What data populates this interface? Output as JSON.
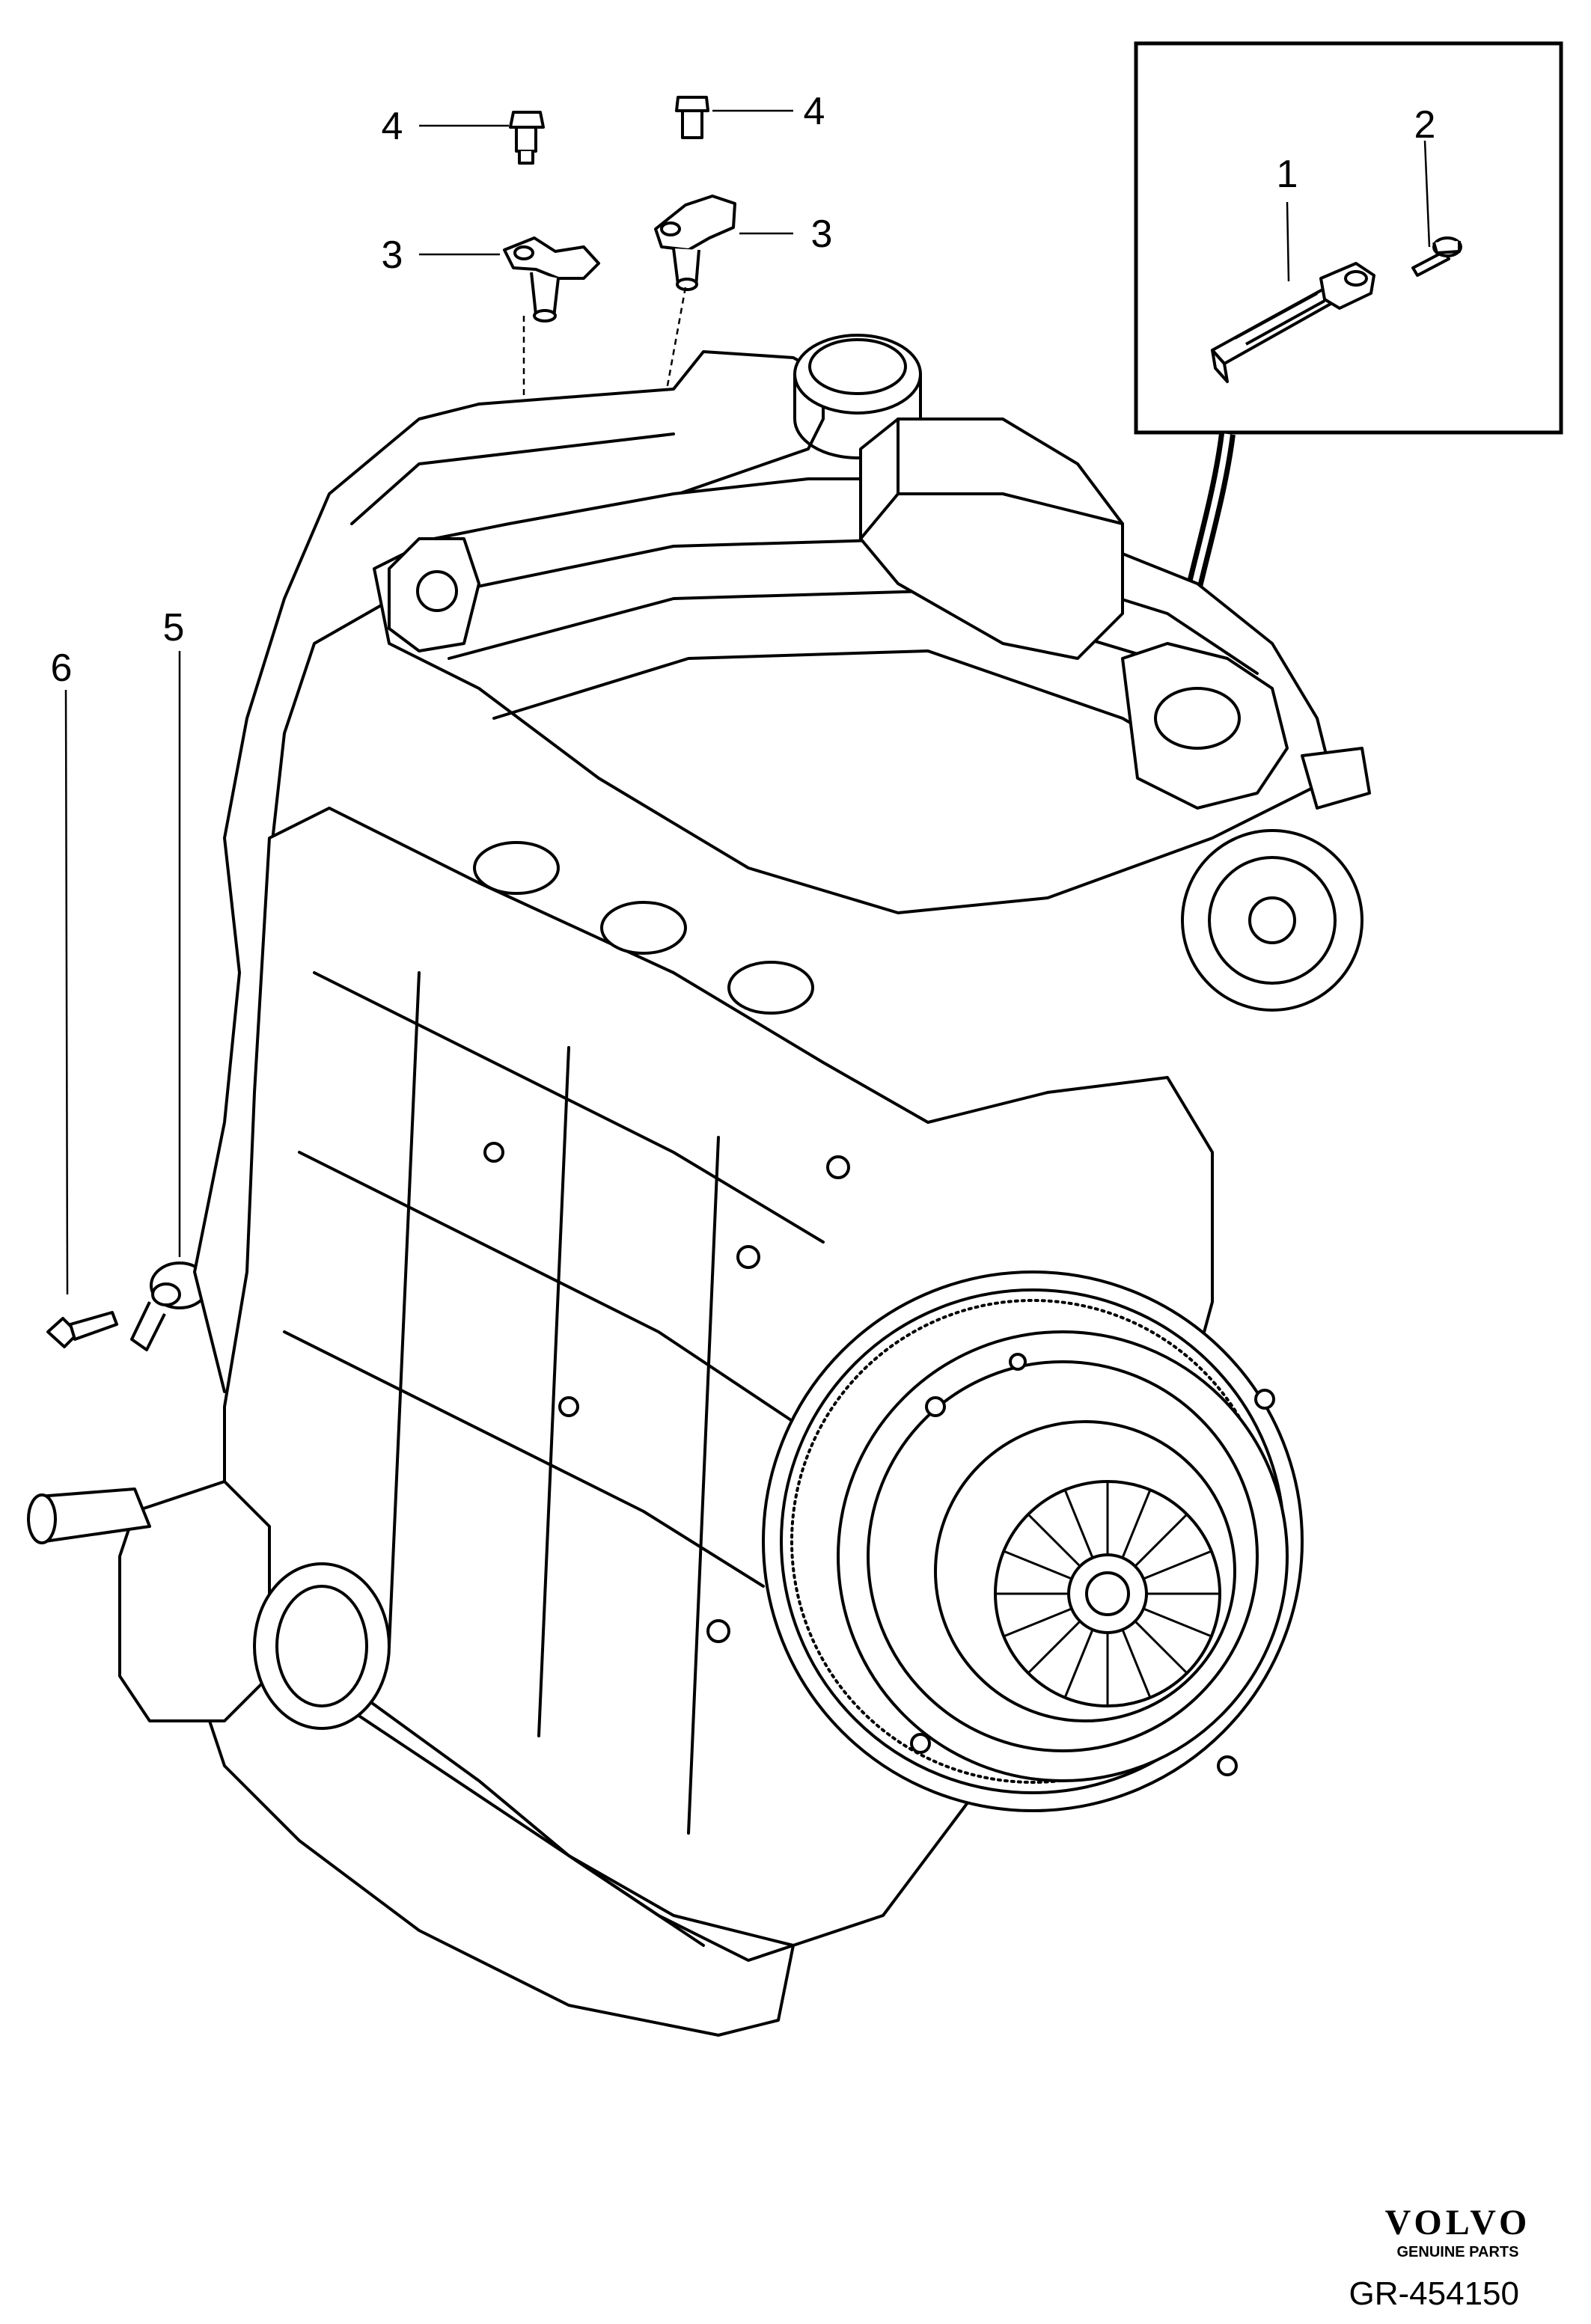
{
  "callouts": {
    "c1": "1",
    "c2": "2",
    "c3_left": "3",
    "c3_right": "3",
    "c4_left": "4",
    "c4_right": "4",
    "c5": "5",
    "c6": "6"
  },
  "brand": {
    "name": "VOLVO",
    "tagline": "GENUINE PARTS"
  },
  "reference": "GR-454150",
  "colors": {
    "line": "#000000",
    "background": "#ffffff"
  }
}
